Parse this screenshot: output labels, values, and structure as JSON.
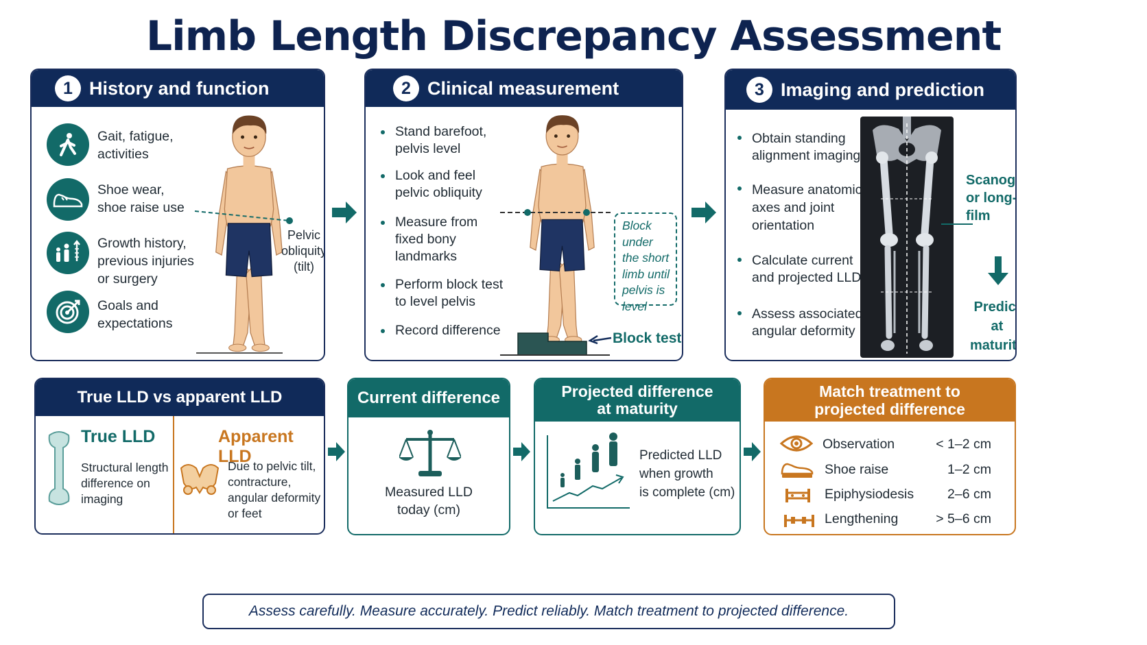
{
  "title": "Limb Length Discrepancy Assessment",
  "panel1": {
    "num": "1",
    "heading": "History and function",
    "items": [
      {
        "icon": "walking-person-icon",
        "line1": "Gait, fatigue,",
        "line2": "activities",
        "line3": ""
      },
      {
        "icon": "shoe-icon",
        "line1": "Shoe wear,",
        "line2": "shoe raise use",
        "line3": ""
      },
      {
        "icon": "growth-family-icon",
        "line1": "Growth history,",
        "line2": "previous injuries",
        "line3": "or surgery"
      },
      {
        "icon": "target-icon",
        "line1": "Goals and",
        "line2": "expectations",
        "line3": ""
      }
    ],
    "callout": {
      "line1": "Pelvic",
      "line2": "obliquity",
      "line3": "(tilt)"
    }
  },
  "panel2": {
    "num": "2",
    "heading": "Clinical measurement",
    "bullets": [
      {
        "line1": "Stand barefoot,",
        "line2": "pelvis level",
        "line3": ""
      },
      {
        "line1": "Look and feel",
        "line2": "pelvic obliquity",
        "line3": ""
      },
      {
        "line1": "Measure from",
        "line2": "fixed bony",
        "line3": "landmarks"
      },
      {
        "line1": "Perform block test",
        "line2": "to level pelvis",
        "line3": ""
      },
      {
        "line1": "Record difference",
        "line2": "",
        "line3": ""
      }
    ],
    "note": {
      "line1": "Block under",
      "line2": "the short",
      "line3": "limb until",
      "line4": "pelvis is",
      "line5": "level"
    },
    "block_label": "Block test"
  },
  "panel3": {
    "num": "3",
    "heading": "Imaging and prediction",
    "bullets": [
      {
        "line1": "Obtain standing",
        "line2": "alignment imaging",
        "line3": ""
      },
      {
        "line1": "Measure anatomic",
        "line2": "axes and joint",
        "line3": "orientation"
      },
      {
        "line1": "Calculate current",
        "line2": "and projected LLD",
        "line3": ""
      },
      {
        "line1": "Assess associated",
        "line2": "angular deformity",
        "line3": ""
      }
    ],
    "scan_label": {
      "line1": "Scanogram",
      "line2": "or long-leg",
      "line3": "film"
    },
    "predict_label": {
      "line1": "Predict at",
      "line2": "maturity"
    }
  },
  "true_vs_apparent": {
    "heading": "True LLD vs apparent LLD",
    "true": {
      "title": "True LLD",
      "line1": "Structural length",
      "line2": "difference on",
      "line3": "imaging"
    },
    "apparent": {
      "title": "Apparent LLD",
      "line1": "Due to pelvic tilt,",
      "line2": "contracture,",
      "line3": "angular deformity",
      "line4": "or feet"
    }
  },
  "current": {
    "heading": "Current difference",
    "line1": "Measured LLD",
    "line2": "today (cm)"
  },
  "projected": {
    "heading1": "Projected difference",
    "heading2": "at maturity",
    "line1": "Predicted LLD",
    "line2": "when growth",
    "line3": "is complete (cm)"
  },
  "treatment": {
    "heading1": "Match treatment to",
    "heading2": "projected difference",
    "rows": [
      {
        "icon": "eye-icon",
        "label": "Observation",
        "range": "< 1–2 cm"
      },
      {
        "icon": "shoe-raise-icon",
        "label": "Shoe raise",
        "range": "1–2 cm"
      },
      {
        "icon": "epiphysiodesis-icon",
        "label": "Epiphysiodesis",
        "range": "2–6 cm"
      },
      {
        "icon": "lengthening-icon",
        "label": "Lengthening",
        "range": "> 5–6 cm"
      }
    ]
  },
  "footer": "Assess carefully. Measure accurately. Predict reliably. Match treatment to projected difference.",
  "colors": {
    "navy": "#102a59",
    "teal": "#126a68",
    "orange": "#c8761f",
    "skin": "#f2c79c",
    "shorts": "#1f3463"
  }
}
